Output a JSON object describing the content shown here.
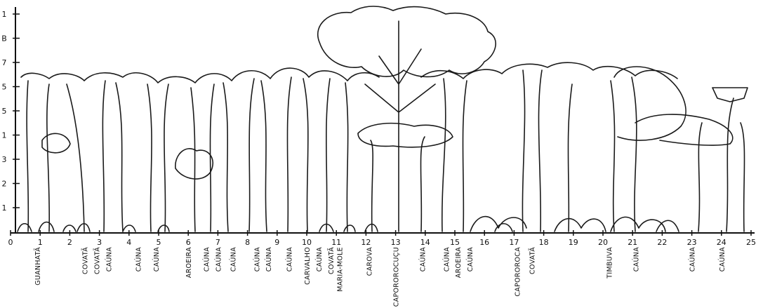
{
  "axis": {
    "x_ticks": [
      "0",
      "1",
      "2",
      "3",
      "4",
      "5",
      "6",
      "7",
      "8",
      "9",
      "10",
      "11",
      "12",
      "13",
      "14",
      "15",
      "16",
      "17",
      "18",
      "19",
      "20",
      "21",
      "22",
      "23",
      "24",
      "25"
    ],
    "y_ticks": [
      "1",
      "B",
      "7",
      "5",
      "5",
      "1",
      "3",
      "2",
      "1"
    ]
  },
  "species_labels": [
    {
      "text": "GUANHATÃ",
      "x": 0.9
    },
    {
      "text": "COVATÃ",
      "x": 2.5
    },
    {
      "text": "COVATÃ",
      "x": 2.9
    },
    {
      "text": "CAÚNA",
      "x": 3.3
    },
    {
      "text": "CAÚNA",
      "x": 4.3
    },
    {
      "text": "CAÚNA",
      "x": 4.9
    },
    {
      "text": "AROEIRA",
      "x": 6.0
    },
    {
      "text": "CAÚNA",
      "x": 6.6
    },
    {
      "text": "CAÚNA",
      "x": 7.0
    },
    {
      "text": "CAÚNA",
      "x": 7.5
    },
    {
      "text": "CAÚNA",
      "x": 8.3
    },
    {
      "text": "CAÚNA",
      "x": 8.7
    },
    {
      "text": "CAÚNA",
      "x": 9.4
    },
    {
      "text": "CARVALHO",
      "x": 10.0
    },
    {
      "text": "CAÚNA",
      "x": 10.4
    },
    {
      "text": "COVATÃ",
      "x": 10.8
    },
    {
      "text": "MARIA-MOLE",
      "x": 11.1
    },
    {
      "text": "CAROVA",
      "x": 12.1
    },
    {
      "text": "CAPOROROCUÇU",
      "x": 13.0
    },
    {
      "text": "CAÚNA",
      "x": 13.9
    },
    {
      "text": "CAÚNA",
      "x": 14.7
    },
    {
      "text": "AROEIRA",
      "x": 15.1
    },
    {
      "text": "CAÚNA",
      "x": 15.5
    },
    {
      "text": "CAPOROROCA",
      "x": 17.1
    },
    {
      "text": "COVATÃ",
      "x": 17.6
    },
    {
      "text": "TIMBUVA",
      "x": 20.2
    },
    {
      "text": "CAÚNA",
      "x": 21.1
    },
    {
      "text": "CAÚNA",
      "x": 23.0
    },
    {
      "text": "CAÚNA",
      "x": 24.0
    }
  ]
}
